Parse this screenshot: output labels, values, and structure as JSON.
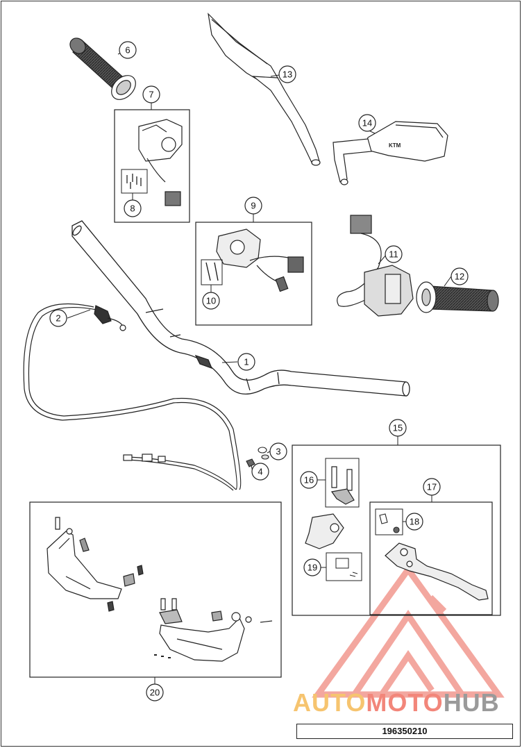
{
  "callouts": [
    {
      "id": "1",
      "label": "1"
    },
    {
      "id": "2",
      "label": "2"
    },
    {
      "id": "3",
      "label": "3"
    },
    {
      "id": "4",
      "label": "4"
    },
    {
      "id": "6",
      "label": "6"
    },
    {
      "id": "7",
      "label": "7"
    },
    {
      "id": "8",
      "label": "8"
    },
    {
      "id": "9",
      "label": "9"
    },
    {
      "id": "10",
      "label": "10"
    },
    {
      "id": "11",
      "label": "11"
    },
    {
      "id": "12",
      "label": "12"
    },
    {
      "id": "13",
      "label": "13"
    },
    {
      "id": "14",
      "label": "14"
    },
    {
      "id": "15",
      "label": "15"
    },
    {
      "id": "16",
      "label": "16"
    },
    {
      "id": "17",
      "label": "17"
    },
    {
      "id": "18",
      "label": "18"
    },
    {
      "id": "19",
      "label": "19"
    },
    {
      "id": "20",
      "label": "20"
    }
  ],
  "document_number": "196350210",
  "watermark": {
    "word_auto": "AUTO",
    "word_moto": "MOTO",
    "word_hub": "HUB",
    "colors": {
      "auto": "#f6c46f",
      "moto": "#f2867a",
      "hub": "#9a9a9a",
      "logo": "#f08a80"
    }
  },
  "mirror_text": "KTM"
}
